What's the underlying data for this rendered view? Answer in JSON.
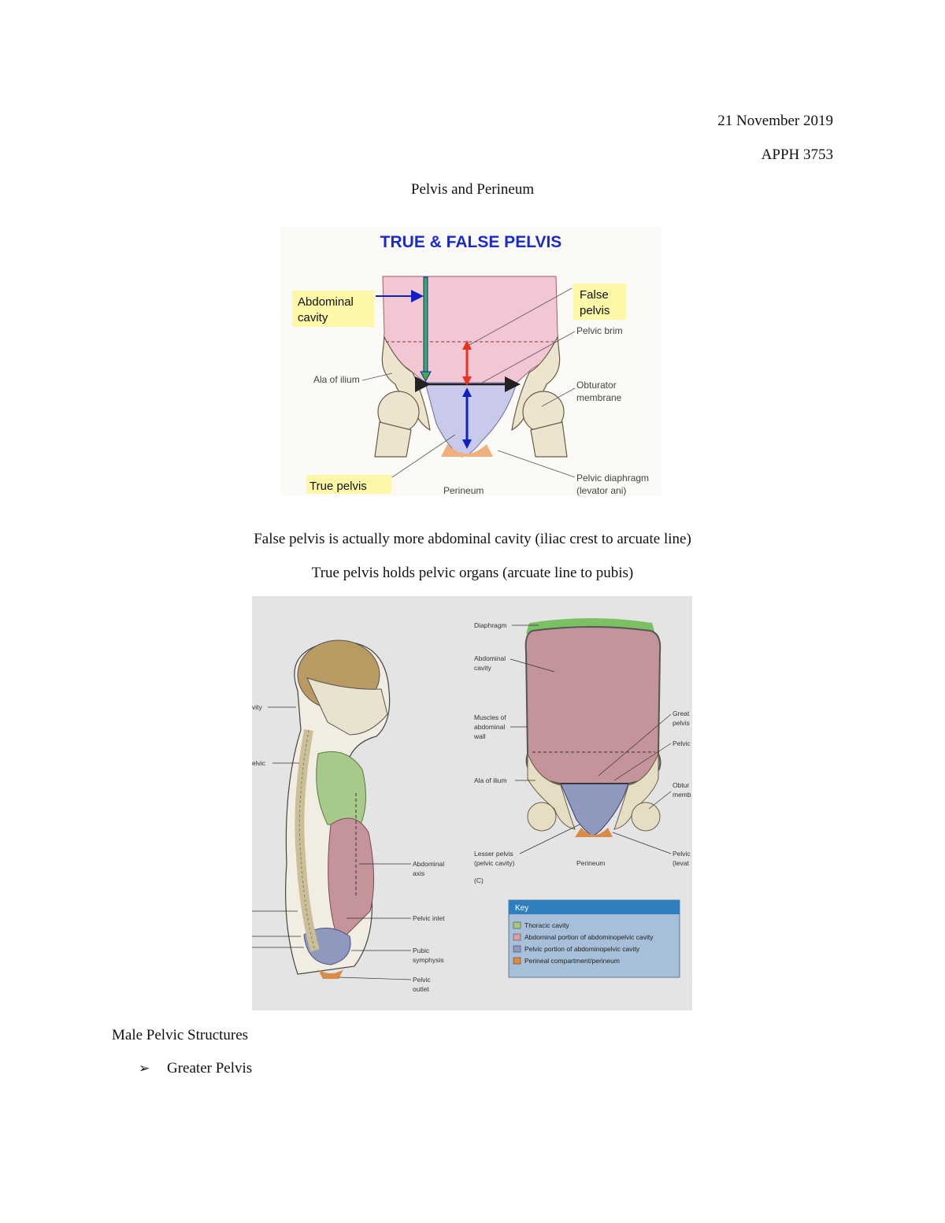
{
  "header": {
    "date": "21 November 2019",
    "course": "APPH 3753"
  },
  "title": "Pelvis and Perineum",
  "figure1": {
    "heading": "TRUE & FALSE PELVIS",
    "labels": {
      "abdominal_cavity_1": "Abdominal",
      "abdominal_cavity_2": "cavity",
      "false_pelvis_1": "False",
      "false_pelvis_2": "pelvis",
      "pelvic_brim": "Pelvic brim",
      "ala_of_ilium": "Ala of ilium",
      "obturator_1": "Obturator",
      "obturator_2": "membrane",
      "true_pelvis": "True pelvis",
      "perineum": "Perineum",
      "pelvic_diaphragm_1": "Pelvic diaphragm",
      "pelvic_diaphragm_2": "(levator ani)"
    },
    "colors": {
      "heading": "#1a2bc8",
      "abdominal": "#f2c6d2",
      "pelvic": "#c9c9ec",
      "perineum": "#f0b07c",
      "label_box": "#fdf7a8",
      "red_arrow": "#e8321e",
      "blue_arrow": "#1020c0",
      "green_arrow": "#3cb043"
    }
  },
  "caption_lines": [
    "False pelvis is actually more abdominal cavity (iliac crest to arcuate line)",
    "True pelvis holds pelvic organs (arcuate line to pubis)"
  ],
  "figure2": {
    "left_labels": {
      "cavity_partial": "vity",
      "pelvic_partial": "elvic",
      "abdominal_axis_1": "Abdominal",
      "abdominal_axis_2": "axis",
      "pelvic_inlet": "Pelvic inlet",
      "pubic_symphysis_1": "Pubic",
      "pubic_symphysis_2": "symphysis",
      "pelvic_outlet_1": "Pelvic",
      "pelvic_outlet_2": "outlet"
    },
    "right_labels": {
      "diaphragm": "Diaphragm",
      "abdominal_cavity_1": "Abdominal",
      "abdominal_cavity_2": "cavity",
      "muscles_1": "Muscles of",
      "muscles_2": "abdominal",
      "muscles_3": "wall",
      "ala_of_ilium": "Ala of ilium",
      "lesser_pelvis_1": "Lesser pelvis",
      "lesser_pelvis_2": "(pelvic cavity)",
      "panel_letter": "(C)",
      "perineum": "Perineum",
      "greater_pelvis_1": "Great",
      "greater_pelvis_2": "pelvis",
      "pelvic_partial": "Pelvic",
      "obturator_1": "Obtur",
      "obturator_2": "memb",
      "pelvic_diaphragm_1": "Pelvic",
      "pelvic_diaphragm_2": "(levat"
    },
    "key": {
      "heading": "Key",
      "items": [
        {
          "label": "Thoracic cavity",
          "color": "#a9c77a"
        },
        {
          "label": "Abdominal portion of abdominopelvic cavity",
          "color": "#d9a0a8"
        },
        {
          "label": "Pelvic portion of abdominopelvic cavity",
          "color": "#8f98c0"
        },
        {
          "label": "Perineal compartment/perineum",
          "color": "#e08a40"
        }
      ]
    },
    "colors": {
      "background": "#e4e4e4",
      "abdominal": "#c4949a",
      "pelvic": "#8f98bd",
      "thoracic": "#a7c98a",
      "perineum": "#d98b4a",
      "bone": "#e6ddc5",
      "key_header": "#2f7fbf",
      "key_body": "#a7bfd8"
    }
  },
  "section_heading": "Male Pelvic Structures",
  "bullets": [
    {
      "marker": "➢",
      "text": "Greater Pelvis"
    }
  ]
}
